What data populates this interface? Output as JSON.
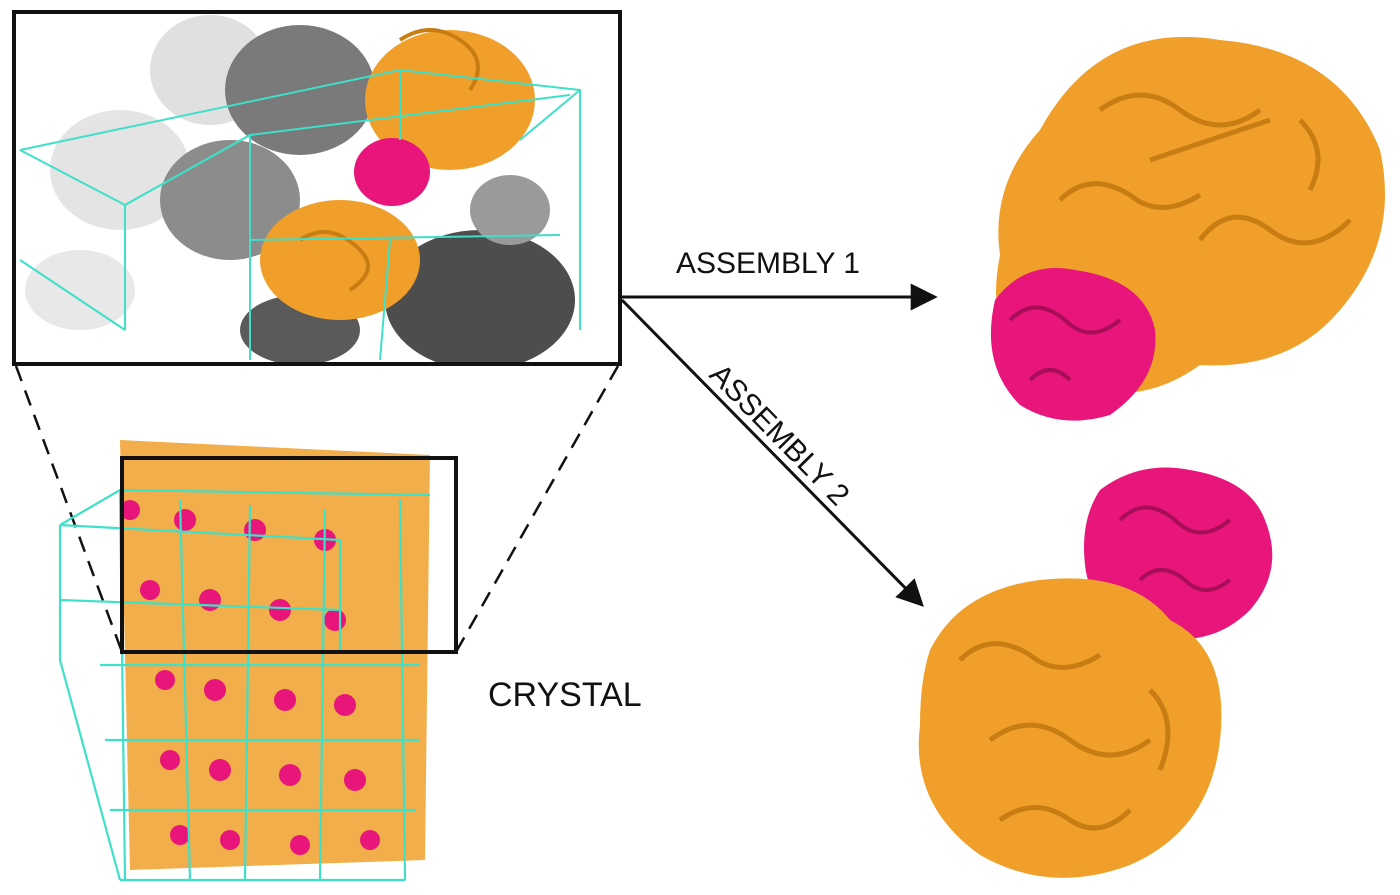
{
  "labels": {
    "crystal": "CRYSTAL",
    "assembly1": "ASSEMBLY 1",
    "assembly2": "ASSEMBLY 2"
  },
  "colors": {
    "lattice": "#3fe0c8",
    "protein_orange": "#f0a02a",
    "protein_orange_dark": "#c77d12",
    "protein_magenta": "#e8157a",
    "protein_gray": "#8a8a8a",
    "protein_gray_dark": "#505050",
    "frame": "#111111"
  },
  "icons": {
    "zoom_inset": "crystal-zoom-inset",
    "crystal": "crystal-lattice",
    "assembly1": "protein-assembly-1",
    "assembly2": "protein-assembly-2"
  }
}
